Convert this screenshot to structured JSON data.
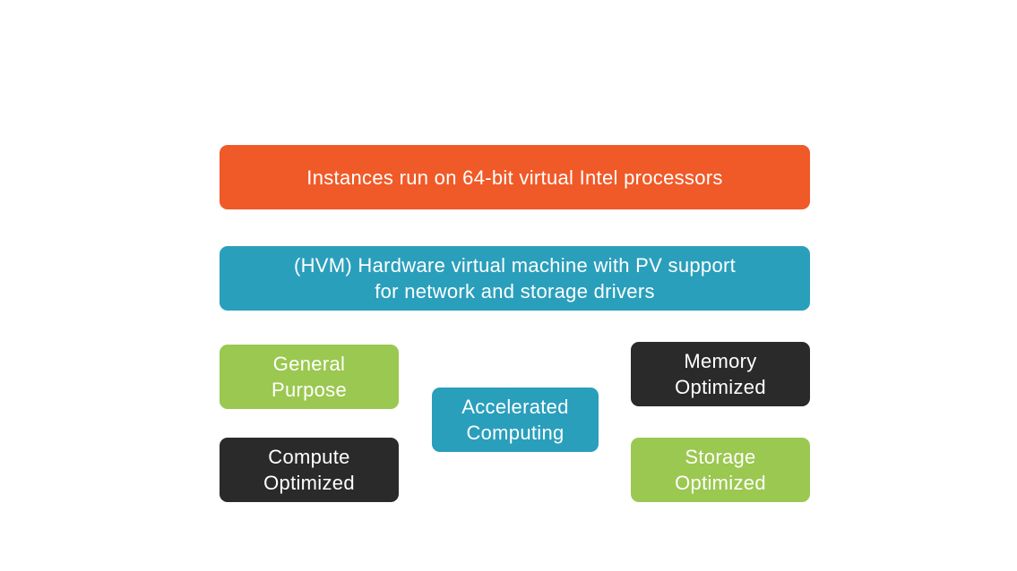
{
  "colors": {
    "orange": "#f05a28",
    "teal": "#2a9fbc",
    "green": "#9bc850",
    "dark": "#2a2a2a"
  },
  "boxes": {
    "top": {
      "text": "Instances run on 64-bit virtual Intel processors",
      "color": "#f05a28"
    },
    "hvm": {
      "text": "(HVM) Hardware virtual machine with PV support\nfor network and storage drivers",
      "color": "#2a9fbc"
    },
    "general_purpose": {
      "text": "General\nPurpose",
      "color": "#9bc850"
    },
    "compute_optimized": {
      "text": "Compute\nOptimized",
      "color": "#2a2a2a"
    },
    "accelerated_computing": {
      "text": "Accelerated\nComputing",
      "color": "#2a9fbc"
    },
    "memory_optimized": {
      "text": "Memory\nOptimized",
      "color": "#2a2a2a"
    },
    "storage_optimized": {
      "text": "Storage\nOptimized",
      "color": "#9bc850"
    }
  }
}
